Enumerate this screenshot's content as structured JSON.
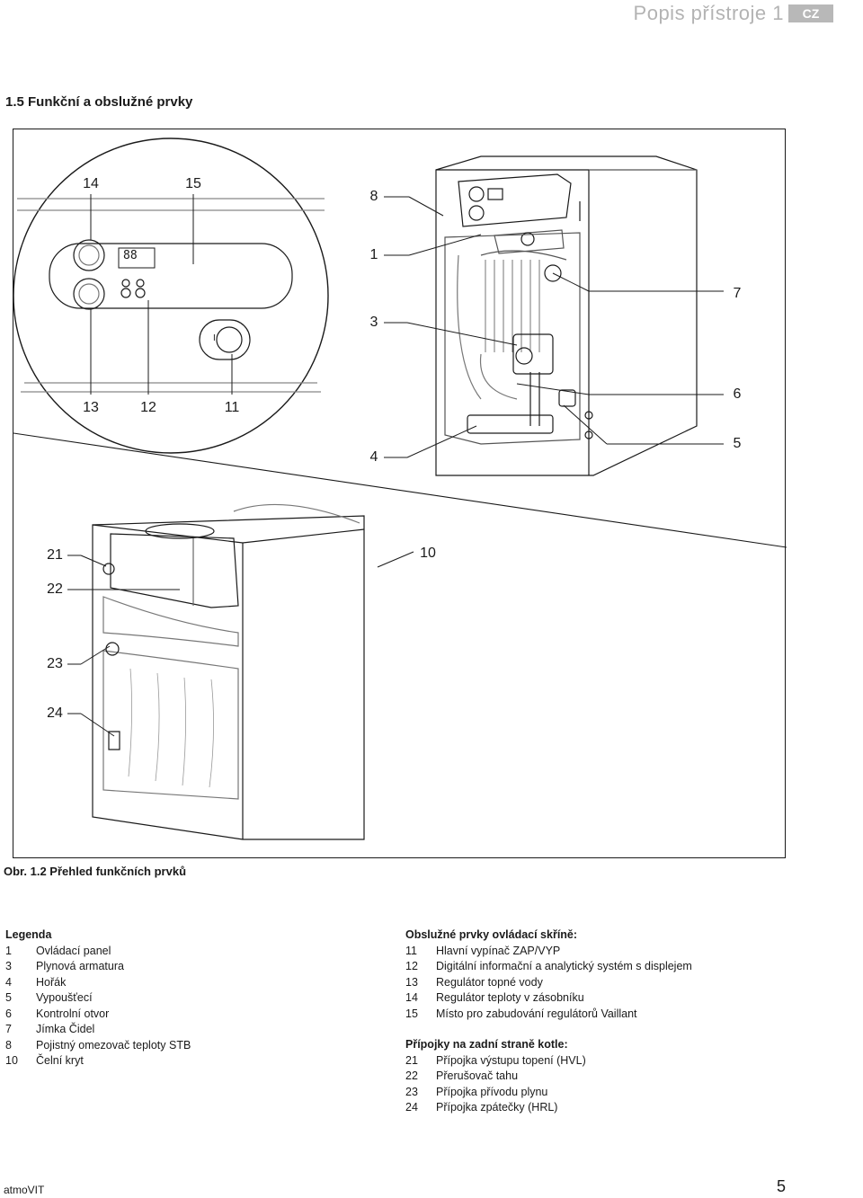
{
  "header": {
    "title": "Popis přístroje 1",
    "badge": "CZ"
  },
  "section_heading": "1.5 Funkční a obslužné prvky",
  "figure": {
    "callouts": [
      "14",
      "15",
      "8",
      "1",
      "7",
      "3",
      "6",
      "13",
      "12",
      "11",
      "5",
      "4",
      "21",
      "10",
      "22",
      "23",
      "24"
    ],
    "display_text": "88",
    "switch_mark": "I"
  },
  "caption": "Obr. 1.2 Přehled funkčních prvků",
  "legend": {
    "heading": "Legenda",
    "items": [
      {
        "num": "1",
        "text": "Ovládací panel"
      },
      {
        "num": "3",
        "text": "Plynová armatura"
      },
      {
        "num": "4",
        "text": "Hořák"
      },
      {
        "num": "5",
        "text": "Vypoušťecí"
      },
      {
        "num": "6",
        "text": "Kontrolní otvor"
      },
      {
        "num": "7",
        "text": "Jímka Čidel"
      },
      {
        "num": "8",
        "text": "Pojistný omezovač teploty STB"
      },
      {
        "num": "10",
        "text": "Čelní kryt"
      }
    ]
  },
  "controls": {
    "heading": "Obslužné prvky ovládací skříně:",
    "items": [
      {
        "num": "11",
        "text": "Hlavní vypínač ZAP/VYP"
      },
      {
        "num": "12",
        "text": "Digitální informační a analytický systém s displejem"
      },
      {
        "num": "13",
        "text": "Regulátor topné vody"
      },
      {
        "num": "14",
        "text": "Regulátor teploty v zásobníku"
      },
      {
        "num": "15",
        "text": "Místo pro zabudování regulátorů Vaillant"
      }
    ]
  },
  "connections": {
    "heading": "Přípojky na zadní straně kotle:",
    "items": [
      {
        "num": "21",
        "text": "Přípojka výstupu topení (HVL)"
      },
      {
        "num": "22",
        "text": "Přerušovač tahu"
      },
      {
        "num": "23",
        "text": "Přípojka přívodu plynu"
      },
      {
        "num": "24",
        "text": "Přípojka zpátečky (HRL)"
      }
    ]
  },
  "footer": {
    "brand": "atmoVIT",
    "page_number": "5"
  },
  "colors": {
    "header_grey": "#b3b3b3",
    "badge_bg": "#b8b8b8",
    "line": "#1a1a1a"
  }
}
